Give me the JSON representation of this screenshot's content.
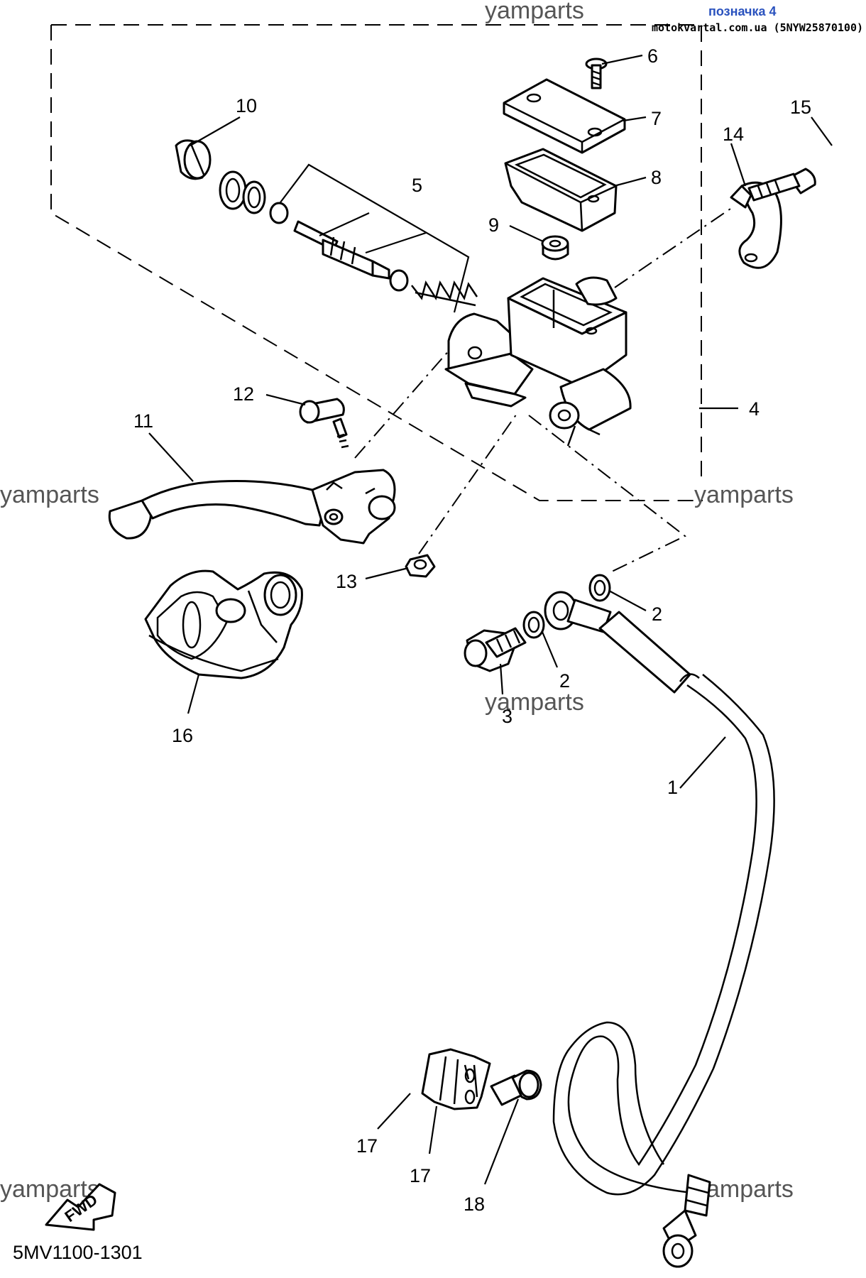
{
  "header": {
    "label": "позначка 4",
    "source": "motokvartal.com.ua (5NYW25870100)"
  },
  "watermark": "yamparts",
  "diagram_code": "5MV1100-1301",
  "fwd_label": "FWD",
  "callouts": {
    "c1": "1",
    "c2a": "2",
    "c2b": "2",
    "c3": "3",
    "c4": "4",
    "c5": "5",
    "c6": "6",
    "c7": "7",
    "c8": "8",
    "c9": "9",
    "c10": "10",
    "c11": "11",
    "c12": "12",
    "c13": "13",
    "c14": "14",
    "c15": "15",
    "c16": "16",
    "c17a": "17",
    "c17b": "17",
    "c18": "18"
  }
}
